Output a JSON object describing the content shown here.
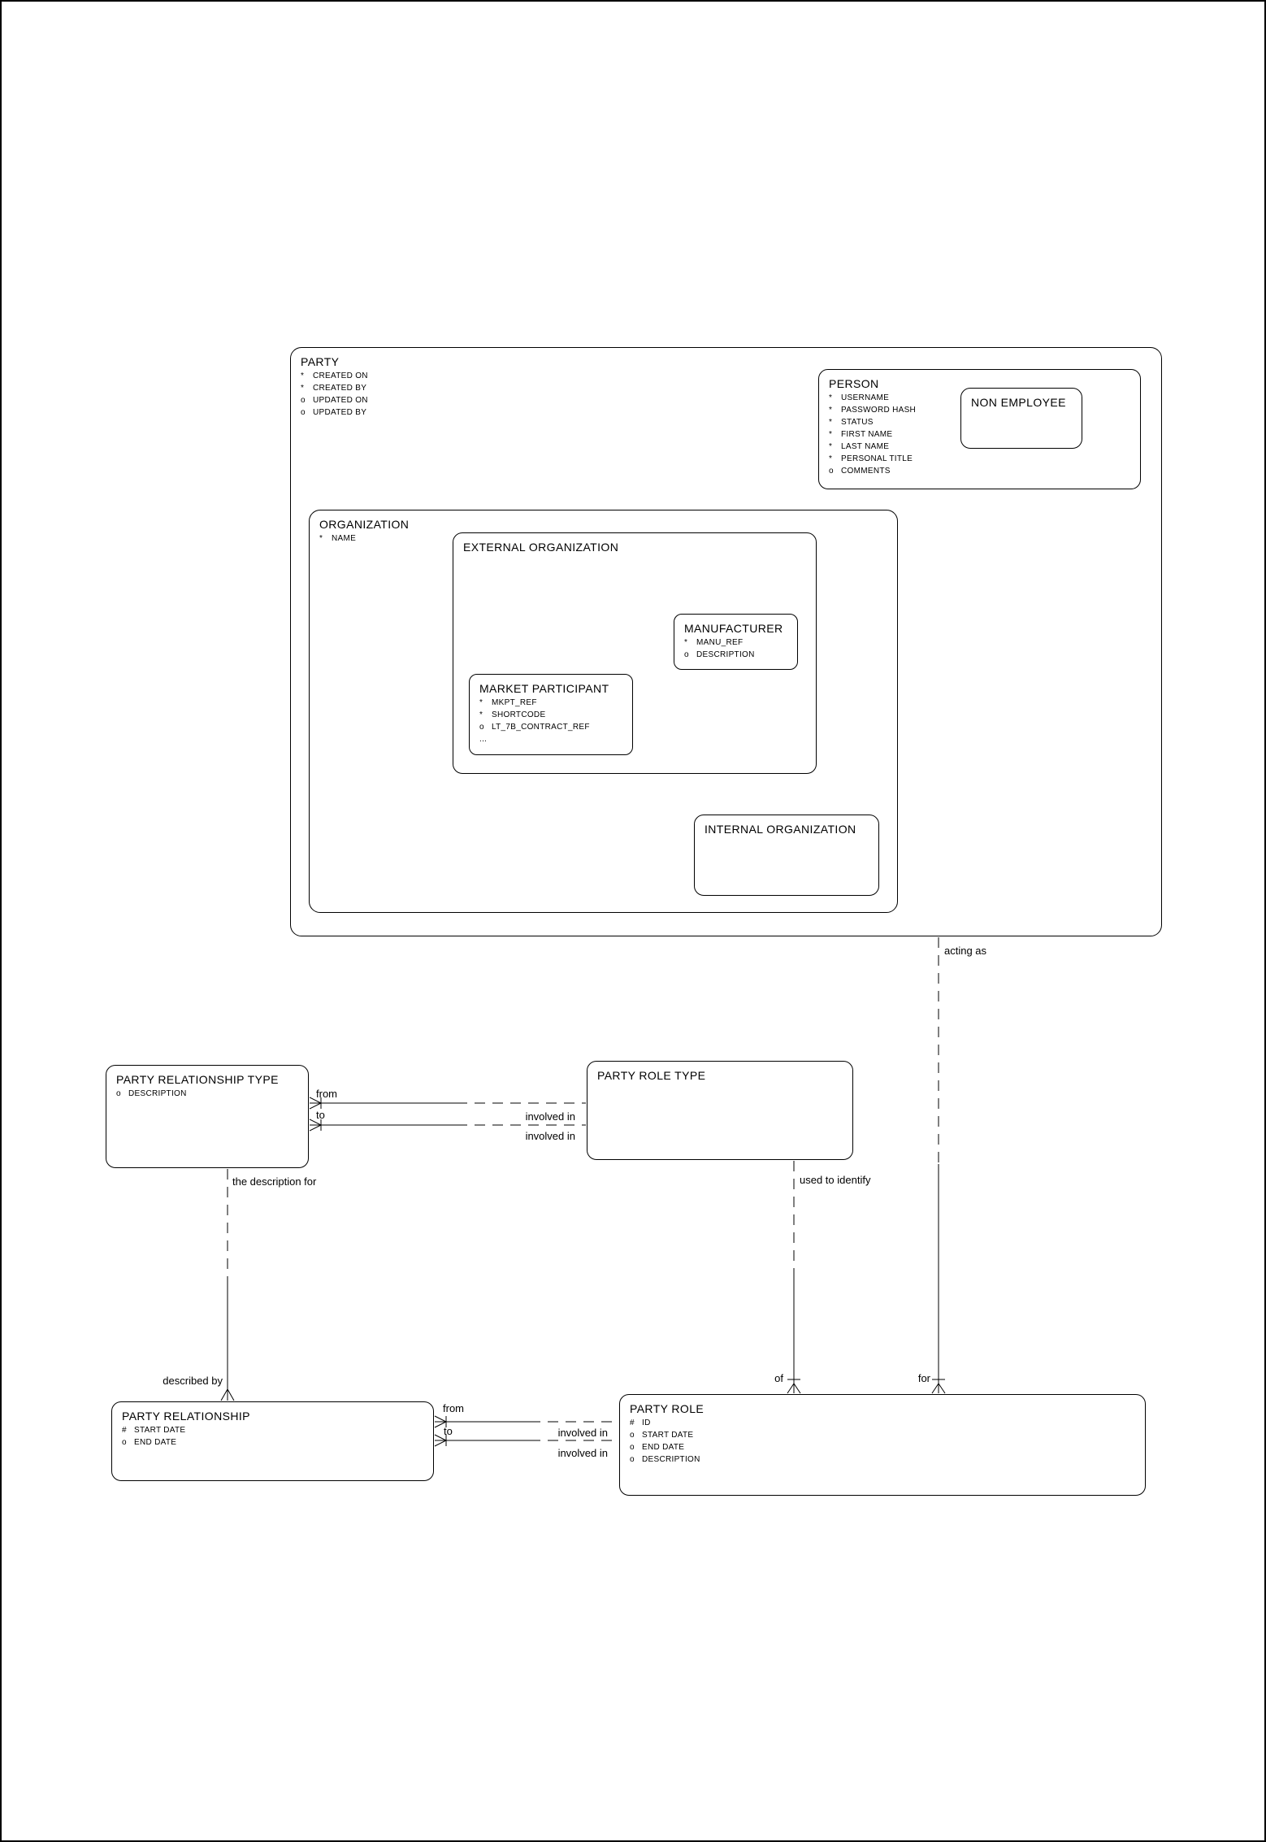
{
  "diagram": {
    "entities": {
      "party": {
        "title": "PARTY",
        "attrs": [
          {
            "m": "*",
            "n": "CREATED ON"
          },
          {
            "m": "*",
            "n": "CREATED BY"
          },
          {
            "m": "o",
            "n": "UPDATED ON"
          },
          {
            "m": "o",
            "n": "UPDATED BY"
          }
        ]
      },
      "person": {
        "title": "PERSON",
        "attrs": [
          {
            "m": "*",
            "n": "USERNAME"
          },
          {
            "m": "*",
            "n": "PASSWORD HASH"
          },
          {
            "m": "*",
            "n": "STATUS"
          },
          {
            "m": "*",
            "n": "FIRST NAME"
          },
          {
            "m": "*",
            "n": "LAST NAME"
          },
          {
            "m": "*",
            "n": "PERSONAL TITLE"
          },
          {
            "m": "o",
            "n": "COMMENTS"
          }
        ]
      },
      "non_employee": {
        "title": "NON EMPLOYEE",
        "attrs": []
      },
      "organization": {
        "title": "ORGANIZATION",
        "attrs": [
          {
            "m": "*",
            "n": "NAME"
          }
        ]
      },
      "external_organization": {
        "title": "EXTERNAL ORGANIZATION",
        "attrs": []
      },
      "manufacturer": {
        "title": "MANUFACTURER",
        "attrs": [
          {
            "m": "*",
            "n": "MANU_REF"
          },
          {
            "m": "o",
            "n": "DESCRIPTION"
          }
        ]
      },
      "market_participant": {
        "title": "MARKET PARTICIPANT",
        "attrs": [
          {
            "m": "*",
            "n": "MKPT_REF"
          },
          {
            "m": "*",
            "n": "SHORTCODE"
          },
          {
            "m": "o",
            "n": "LT_7B_CONTRACT_REF"
          },
          {
            "m": "...",
            "n": ""
          }
        ]
      },
      "internal_organization": {
        "title": "INTERNAL ORGANIZATION",
        "attrs": []
      },
      "party_relationship_type": {
        "title": "PARTY RELATIONSHIP TYPE",
        "attrs": [
          {
            "m": "o",
            "n": "DESCRIPTION"
          }
        ]
      },
      "party_role_type": {
        "title": "PARTY ROLE TYPE",
        "attrs": []
      },
      "party_relationship": {
        "title": "PARTY RELATIONSHIP",
        "attrs": [
          {
            "m": "#",
            "n": "START DATE"
          },
          {
            "m": "o",
            "n": "END DATE"
          }
        ]
      },
      "party_role": {
        "title": "PARTY ROLE",
        "attrs": [
          {
            "m": "#",
            "n": "ID"
          },
          {
            "m": "o",
            "n": "START DATE"
          },
          {
            "m": "o",
            "n": "END DATE"
          },
          {
            "m": "o",
            "n": "DESCRIPTION"
          }
        ]
      }
    },
    "labels": {
      "acting_as": "acting as",
      "the_description_for": "the description for",
      "used_to_identify": "used to identify",
      "described_by": "described by",
      "of": "of",
      "for": "for",
      "type_from": "from",
      "type_to": "to",
      "type_involved_in_1": "involved in",
      "type_involved_in_2": "involved in",
      "rel_from": "from",
      "rel_to": "to",
      "rel_involved_in_1": "involved in",
      "rel_involved_in_2": "involved in"
    },
    "colors": {
      "line": "#000000",
      "background": "#ffffff",
      "text": "#000000"
    }
  }
}
